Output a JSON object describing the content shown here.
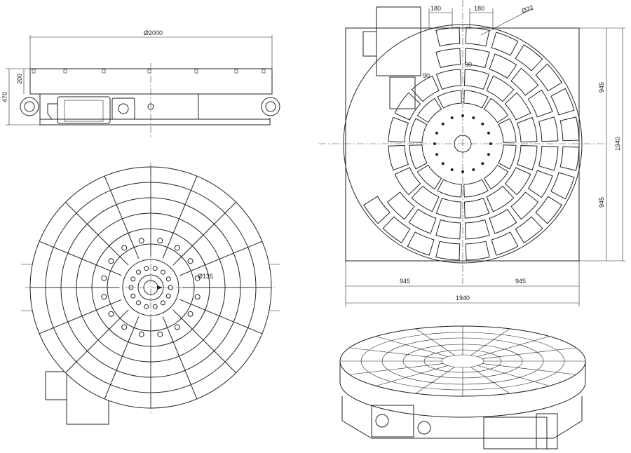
{
  "side_view": {
    "diameter_label": "Ø2000",
    "plate_height_label": "200",
    "total_height_label": "470"
  },
  "front_view": {
    "bore_label": "Ø135"
  },
  "plan_view": {
    "hole_spacing_left": "180",
    "hole_spacing_right": "180",
    "hole_dia_label": "Ø22",
    "offset_a": "90",
    "offset_b": "90",
    "half_width_left": "945",
    "half_width_right": "945",
    "width_total": "1940",
    "half_height_top": "945",
    "half_height_bottom": "945",
    "height_total": "1940"
  },
  "colors": {
    "line": "#222222",
    "background": "#ffffff"
  }
}
